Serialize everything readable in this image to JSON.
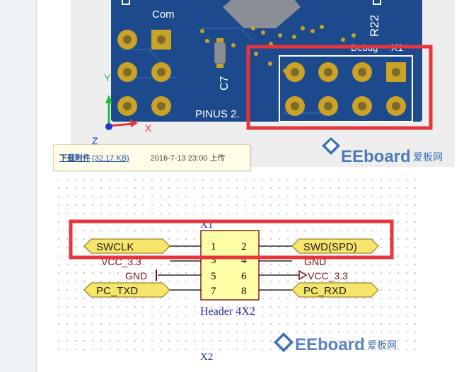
{
  "pcb": {
    "label_com": "Com",
    "label_r22": "R22",
    "label_c7": "C7",
    "label_debug": "Debug",
    "label_x1": "X1",
    "label_board": "PINUS 2.",
    "axis_z": "Z",
    "axis_x": "X",
    "axis_y": "Y",
    "watermark": {
      "brand": "EEboard",
      "suffix": "爱板网"
    }
  },
  "attachment": {
    "link": "下载附件",
    "size": "(32.17 KB)",
    "time": "2016-7-13 23:00 上传"
  },
  "schematic": {
    "ref": "X1",
    "part_name": "Header 4X2",
    "next_ref": "X2",
    "pins": [
      "1",
      "2",
      "3",
      "4",
      "5",
      "6",
      "7",
      "8"
    ],
    "net_swclk": "SWCLK",
    "net_swd": "SWD(SPD)",
    "net_vcc_left": "VCC_3.3",
    "net_gnd_right": "GND",
    "net_gnd_left": "GND",
    "net_vcc_right": "VCC_3.3",
    "net_pc_txd": "PC_TXD",
    "net_pc_rxd": "PC_RXD",
    "watermark": {
      "brand": "EEboard",
      "suffix": "爱板网"
    }
  },
  "colors": {
    "pcb_blue": "#1c4a8c",
    "pad_gold": "#c9a227",
    "highlight_red": "#e8343b",
    "connector_yellow": "#f5e66b",
    "net_wire": "#7a1212",
    "watermark_blue": "#3b6fb6"
  }
}
